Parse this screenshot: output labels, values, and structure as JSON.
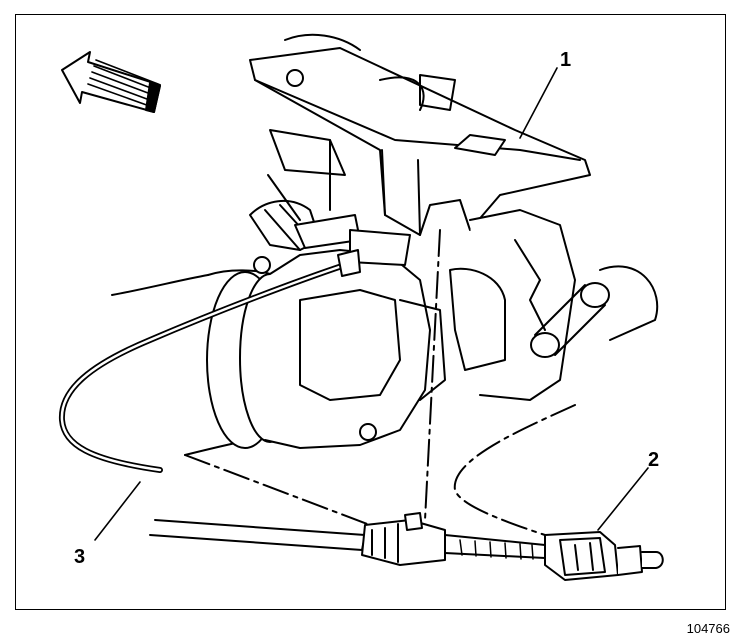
{
  "figure": {
    "figure_number": "104766",
    "callouts": [
      "1",
      "2",
      "3"
    ],
    "direction_arrow": "front-arrow-icon",
    "line_color": "#000000",
    "background": "#ffffff"
  }
}
